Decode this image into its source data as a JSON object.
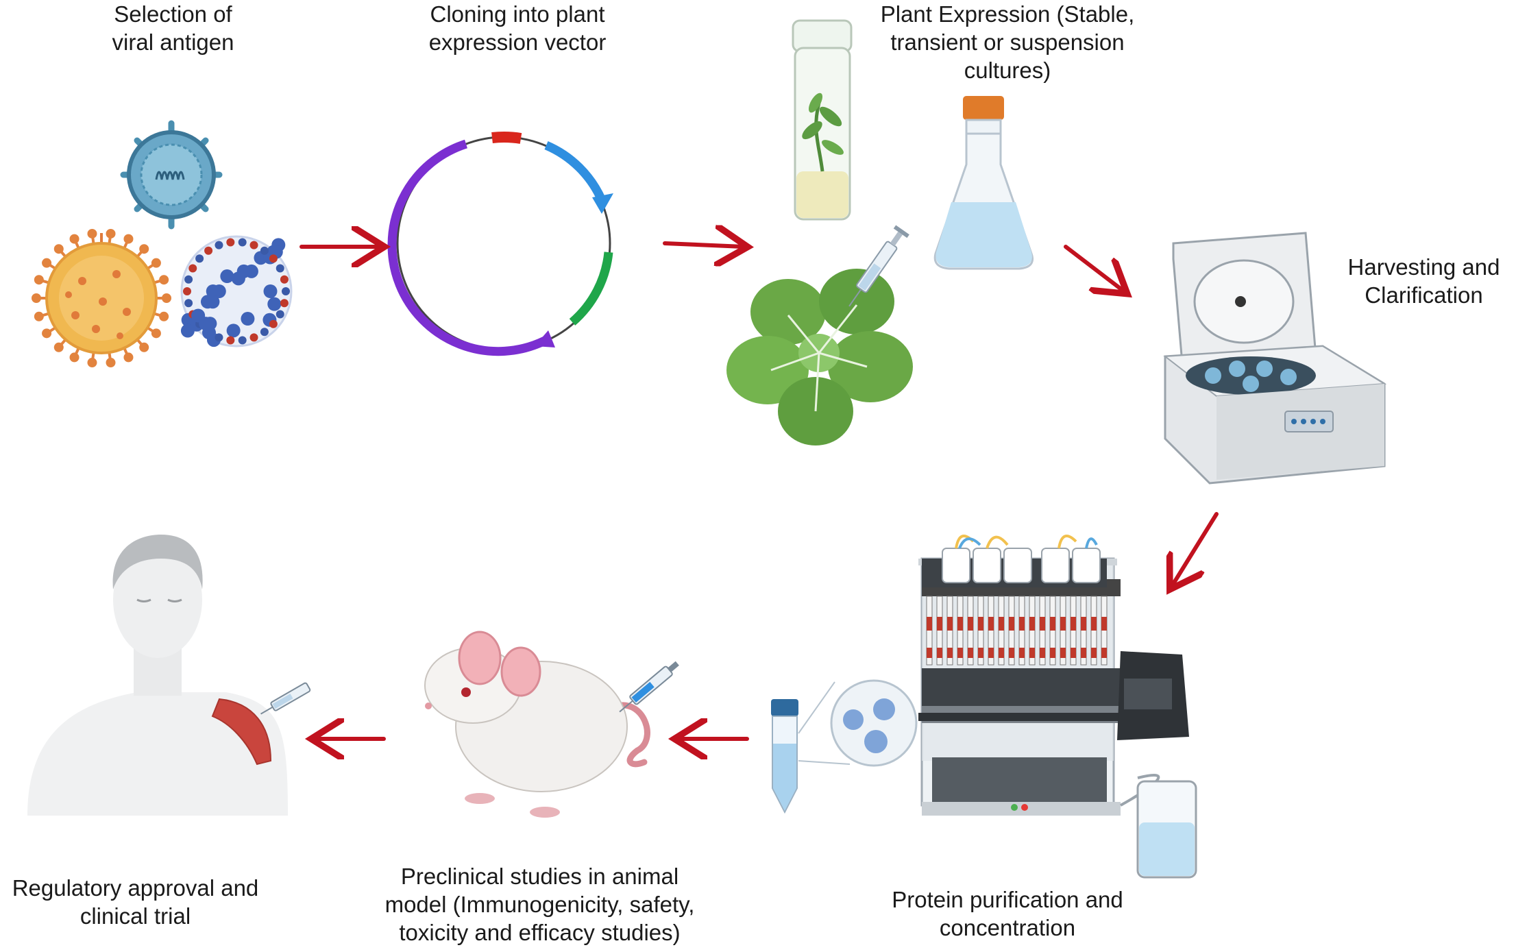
{
  "steps": [
    {
      "id": "selection",
      "lines": [
        "Selection of",
        "viral antigen"
      ]
    },
    {
      "id": "cloning",
      "lines": [
        "Cloning into plant",
        "expression vector"
      ]
    },
    {
      "id": "expression",
      "lines": [
        "Plant Expression (Stable,",
        "transient or suspension",
        "cultures)"
      ]
    },
    {
      "id": "harvesting",
      "lines": [
        "Harvesting and",
        "Clarification"
      ]
    },
    {
      "id": "purification",
      "lines": [
        "Protein purification and",
        "concentration"
      ]
    },
    {
      "id": "preclinical",
      "lines": [
        "Preclinical studies in animal",
        "model (Immunogenicity, safety,",
        "toxicity and efficacy studies)"
      ]
    },
    {
      "id": "regulatory",
      "lines": [
        "Regulatory approval and",
        "clinical trial"
      ]
    }
  ],
  "colors": {
    "arrow": "#c1121f",
    "plasmid_backbone": "#7b2fd1",
    "plasmid_blue": "#2f8fe0",
    "plasmid_green": "#1fa64a",
    "plasmid_red": "#d9261c",
    "virus_teal": "#4a8fb0",
    "virus_orange": "#e7a43c",
    "virus_blue": "#3f63b8",
    "leaf_green": "#6fb04a",
    "liquid_blue": "#bfe0f3",
    "cap_orange": "#e07b2a",
    "muscle_red": "#c9453d"
  },
  "icons": [
    "virus-icon",
    "plasmid-icon",
    "tissue-culture-tube-icon",
    "flask-icon",
    "plant-icon",
    "syringe-icon",
    "centrifuge-icon",
    "chromatography-system-icon",
    "falcon-tube-icon",
    "protein-zoom-icon",
    "mouse-icon",
    "human-icon"
  ]
}
